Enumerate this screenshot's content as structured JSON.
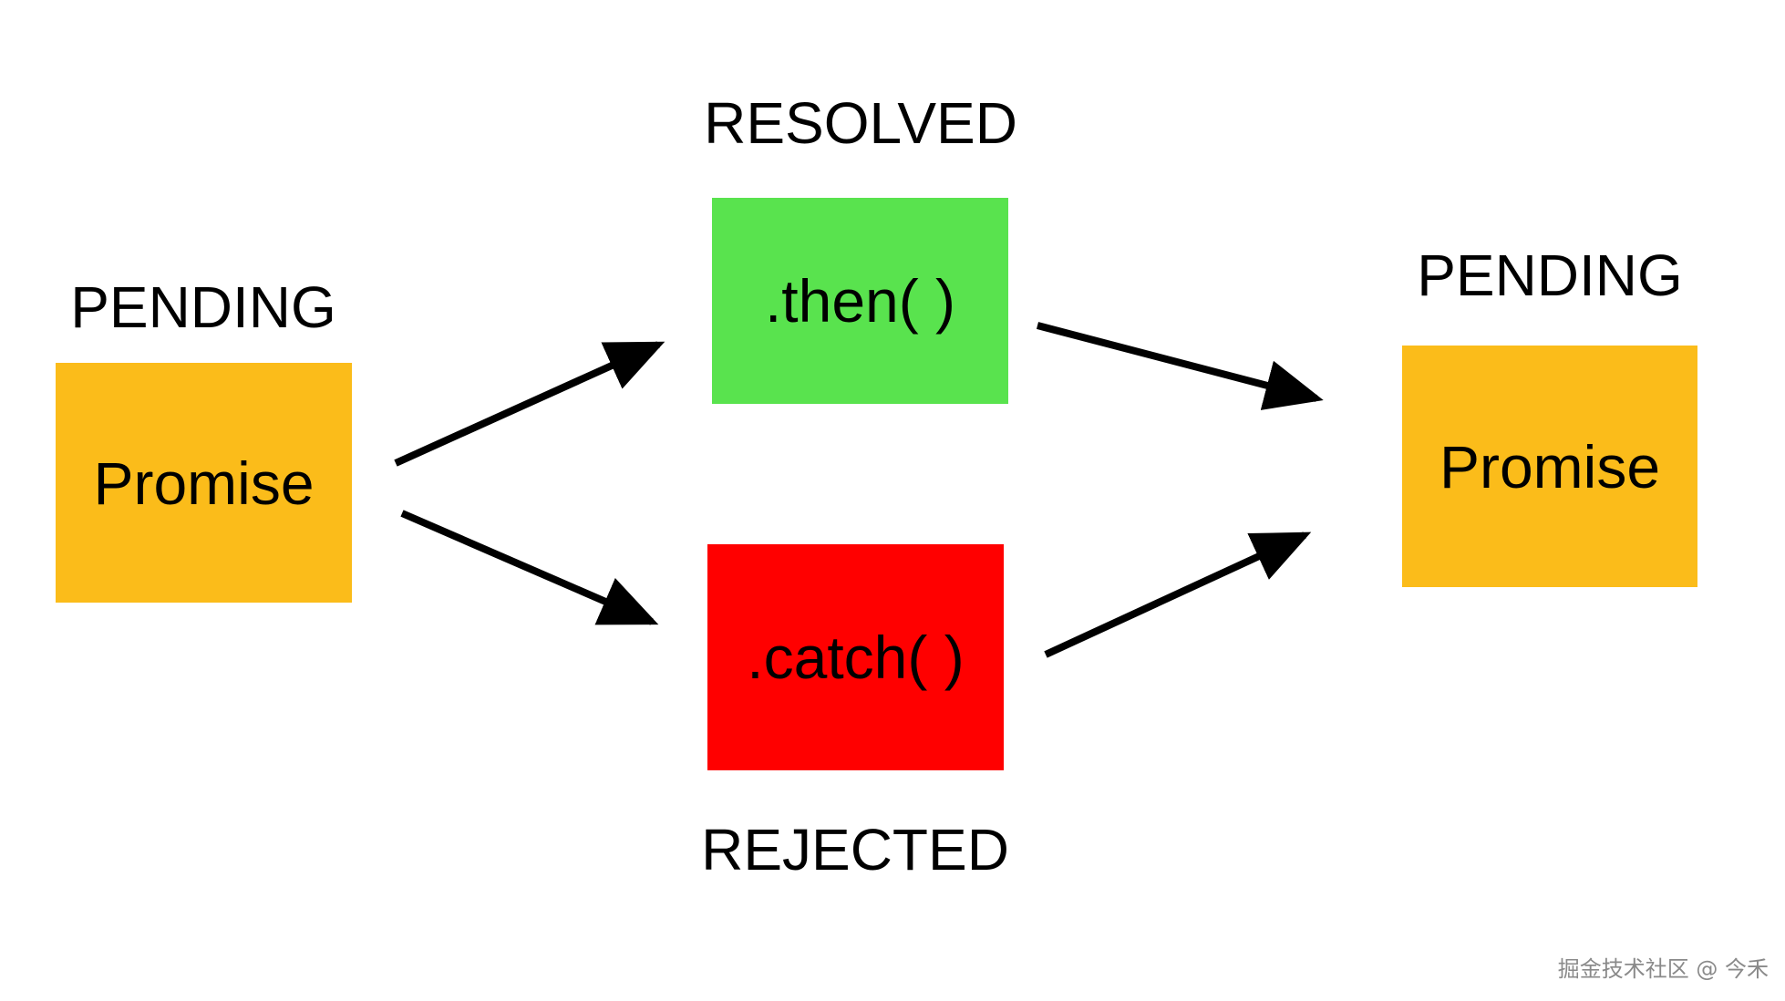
{
  "labels": {
    "left_pending": "PENDING",
    "resolved": "RESOLVED",
    "rejected": "REJECTED",
    "right_pending": "PENDING"
  },
  "boxes": {
    "left_promise": {
      "text": "Promise",
      "color": "#FBBC1A"
    },
    "then": {
      "text": ".then( )",
      "color": "#59E34E"
    },
    "catch": {
      "text": ".catch( )",
      "color": "#FF0000"
    },
    "right_promise": {
      "text": "Promise",
      "color": "#FBBC1A"
    }
  },
  "arrows": [
    {
      "from": "left_promise",
      "to": "then"
    },
    {
      "from": "left_promise",
      "to": "catch"
    },
    {
      "from": "then",
      "to": "right_promise"
    },
    {
      "from": "catch",
      "to": "right_promise"
    }
  ],
  "watermark": "掘金技术社区 @ 今禾"
}
